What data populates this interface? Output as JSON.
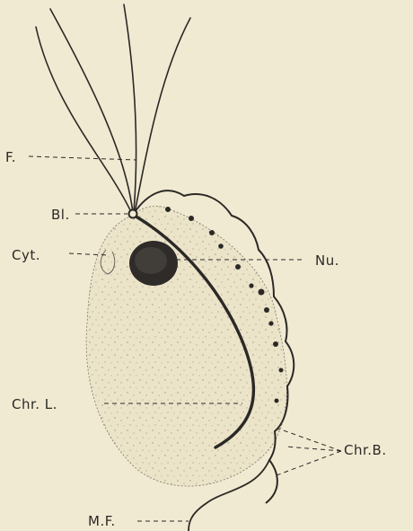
{
  "labels": {
    "flagella": "F.",
    "blepharoplast": "Bl.",
    "cytostome": "Cyt.",
    "nucleus": "Nu.",
    "chromidial_bodies": "Chr.B.",
    "chromidial_line": "Chr. L.",
    "marginal_flagellum": "M.F."
  },
  "colors": {
    "background": "#f1ead2",
    "ink": "#2b2926",
    "cell_fill": "#ece4c9"
  }
}
